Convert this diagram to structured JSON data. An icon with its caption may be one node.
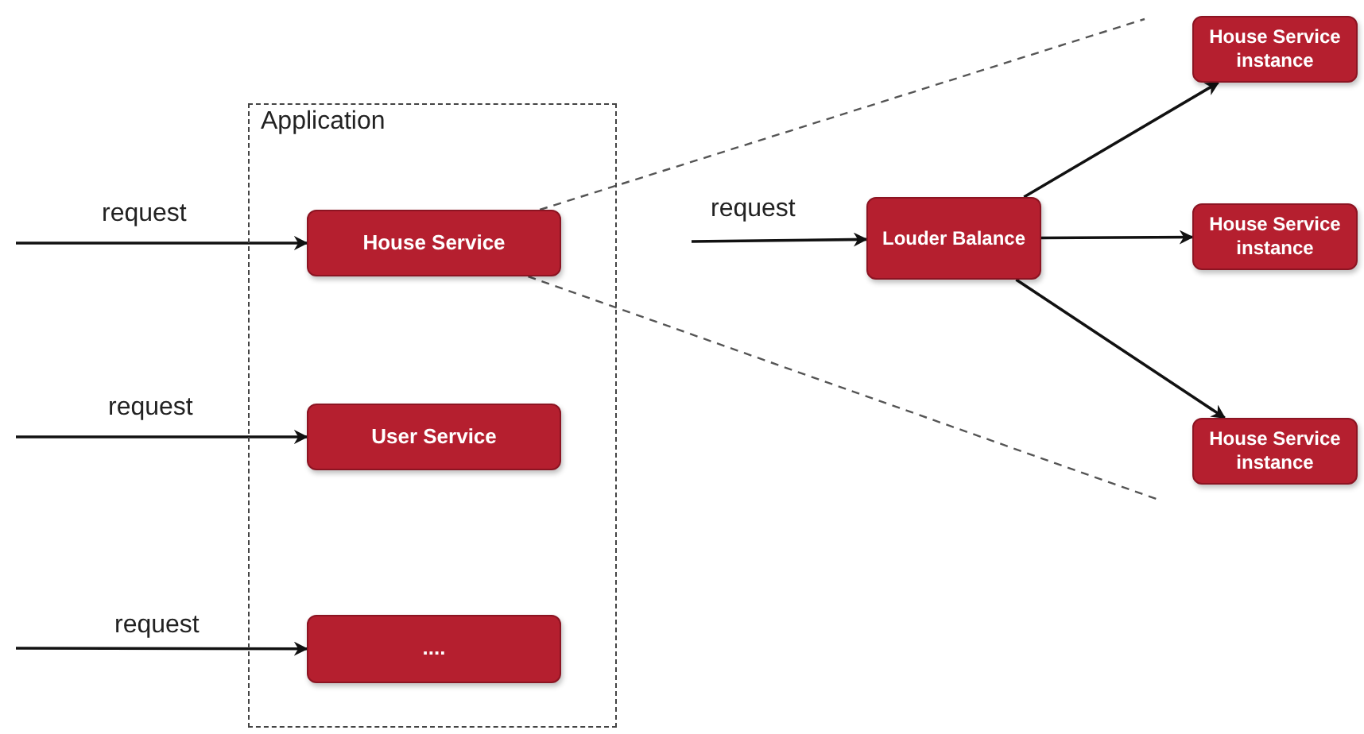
{
  "diagram": {
    "nodes": [
      {
        "text": [
          "Application"
        ]
      },
      {
        "text": [
          "House Service"
        ],
        "in": 0
      },
      {
        "text": [
          "User Service"
        ],
        "in": 0
      },
      {
        "text": [
          "...."
        ],
        "in": 0
      },
      {
        "text": [
          "Louder Balance"
        ]
      },
      {
        "text": [
          "House Service instance"
        ]
      },
      {
        "text": [
          "House Service instance"
        ]
      },
      {
        "text": [
          "House Service instance"
        ]
      }
    ],
    "edges": [
      {
        "from": null,
        "to": 1,
        "arrow": "to",
        "label": "request"
      },
      {
        "from": null,
        "to": 2,
        "arrow": "to",
        "label": "request"
      },
      {
        "from": null,
        "to": 3,
        "arrow": "to",
        "label": "request"
      },
      {
        "from": 1,
        "to": null,
        "arrow": "none",
        "style": "dashed"
      },
      {
        "from": 1,
        "to": null,
        "arrow": "none",
        "style": "dashed"
      },
      {
        "from": null,
        "to": 4,
        "arrow": "to",
        "label": "request"
      },
      {
        "from": 4,
        "to": 5,
        "arrow": "to"
      },
      {
        "from": 4,
        "to": 6,
        "arrow": "to"
      },
      {
        "from": 4,
        "to": 7,
        "arrow": "to"
      }
    ]
  }
}
